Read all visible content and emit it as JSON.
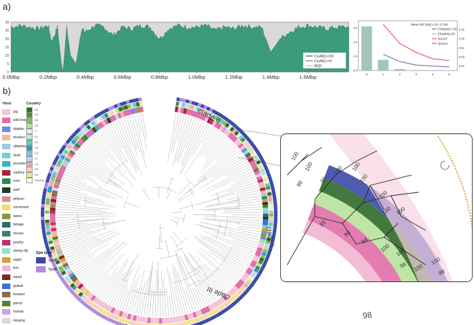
{
  "panel_a_label": "a)",
  "panel_b_label": "b)",
  "chart_data": [
    {
      "type": "area",
      "yticks": [
        "0",
        "5",
        "10",
        "15",
        "20",
        "25",
        "30"
      ],
      "xticks": [
        "0.0Mbp",
        "0.2Mbp",
        "0.4Mbp",
        "0.6Mbp",
        "0.8Mbp",
        "1.0Mbp",
        "1.2Mbp",
        "1.4Mbp",
        "1.6Mbp"
      ],
      "ylim": [
        0,
        30
      ],
      "xlim": [
        0,
        1.82
      ],
      "series": [
        {
          "name": "CovMQ>=30",
          "x": [
            0.0,
            0.05,
            0.1,
            0.15,
            0.2,
            0.22,
            0.25,
            0.27,
            0.28,
            0.3,
            0.32,
            0.35,
            0.38,
            0.4,
            0.45,
            0.5,
            0.55,
            0.6,
            0.65,
            0.7,
            0.75,
            0.8,
            0.85,
            0.9,
            0.95,
            1.0,
            1.05,
            1.1,
            1.15,
            1.2,
            1.25,
            1.3,
            1.35,
            1.4,
            1.45,
            1.5,
            1.55,
            1.6,
            1.65,
            1.7,
            1.75,
            1.82
          ],
          "values": [
            27,
            28,
            27,
            26,
            28,
            18,
            27,
            6,
            0,
            27,
            10,
            5,
            26,
            24,
            28,
            27,
            22,
            27,
            26,
            28,
            27,
            20,
            26,
            28,
            27,
            27,
            28,
            25,
            27,
            26,
            28,
            27,
            27,
            12,
            20,
            24,
            27,
            28,
            27,
            26,
            27,
            27
          ]
        },
        {
          "name": "CovMQ>=0",
          "x": [
            0.0,
            0.28,
            0.3,
            1.82
          ],
          "values": [
            30,
            30,
            30,
            30
          ]
        },
        {
          "name": "MQ0",
          "x": [
            0.0,
            0.3,
            0.32,
            1.82
          ],
          "values": [
            0,
            0,
            0,
            0
          ]
        }
      ]
    },
    {
      "type": "bar",
      "title": "Mean ED (MQ>=0): 0.749",
      "categories": [
        "0",
        "1",
        "2",
        "3",
        "4",
        "5"
      ],
      "left_yticks": [
        "0.0",
        "0.2",
        "0.4",
        "0.6"
      ],
      "right_yticks": [
        "0.02",
        "0.03",
        "0.04",
        "0.05",
        "0.06"
      ],
      "series": [
        {
          "name": "EDistMQ>=30",
          "values": [
            0.62,
            0.15,
            0.02,
            0.0,
            0.0,
            0.0
          ]
        },
        {
          "name": "EDistMQ<30",
          "values": [
            0.61,
            0.14,
            0.02,
            0.0,
            0.0,
            0.0
          ]
        },
        {
          "name": "5pCtoT",
          "values": [
            null,
            0.066,
            0.045,
            0.035,
            0.028,
            0.026
          ]
        },
        {
          "name": "3pGtoA",
          "values": [
            null,
            0.033,
            0.025,
            0.021,
            0.02,
            0.019
          ]
        }
      ]
    }
  ],
  "host_legend": {
    "title": "Host",
    "items": [
      {
        "label": "pig",
        "color": "#f4c4d8"
      },
      {
        "label": "wild boar",
        "color": "#e06fa8"
      },
      {
        "label": "dolphin",
        "color": "#6f8cdc"
      },
      {
        "label": "muskox",
        "color": "#f3b99a"
      },
      {
        "label": "albatross",
        "color": "#9bc9e8"
      },
      {
        "label": "duck",
        "color": "#70d0d8"
      },
      {
        "label": "moorhen",
        "color": "#2bb7c4"
      },
      {
        "label": "caribou",
        "color": "#a3243a"
      },
      {
        "label": "coot",
        "color": "#1f8e4a"
      },
      {
        "label": "wolf",
        "color": "#243a2a"
      },
      {
        "label": "pelican",
        "color": "#d68b8e"
      },
      {
        "label": "cormorant",
        "color": "#f2df5e"
      },
      {
        "label": "swine",
        "color": "#8a9a3b"
      },
      {
        "label": "beluga",
        "color": "#2e6b6b"
      },
      {
        "label": "moose",
        "color": "#3c7f68"
      },
      {
        "label": "poultry",
        "color": "#c22f6f"
      },
      {
        "label": "sheep dip",
        "color": "#8fe3c9"
      },
      {
        "label": "eagle",
        "color": "#d8a030"
      },
      {
        "label": "fish",
        "color": "#f2b5d0"
      },
      {
        "label": "squid",
        "color": "#7a2a22"
      },
      {
        "label": "godwit",
        "color": "#3d6fd8"
      },
      {
        "label": "bustard",
        "color": "#8c6b4e"
      },
      {
        "label": "parrot",
        "color": "#5d7b2e"
      },
      {
        "label": "human",
        "color": "#c8a6e0"
      },
      {
        "label": "missing",
        "color": "#d9d9d9"
      }
    ]
  },
  "country_legend": {
    "title": "Country",
    "items": [
      {
        "label": "SE",
        "color": "#2f6a2a"
      },
      {
        "label": "NO",
        "color": "#4b8f3a"
      },
      {
        "label": "DK",
        "color": "#7dc05a"
      },
      {
        "label": "DE",
        "color": "#b8e29c"
      },
      {
        "label": "IT",
        "color": "#e6f5dd"
      },
      {
        "label": "NL",
        "color": "#c6ecd2"
      },
      {
        "label": "UK",
        "color": "#5fd0b0"
      },
      {
        "label": "US",
        "color": "#2a9bd6"
      },
      {
        "label": "CA",
        "color": "#7bc2ec"
      },
      {
        "label": "JP",
        "color": "#b7ddf2"
      },
      {
        "label": "CN",
        "color": "#f0a9a0"
      },
      {
        "label": "AR",
        "color": "#f6d2c4"
      },
      {
        "label": "AU",
        "color": "#f5e38a"
      },
      {
        "label": "missing",
        "color": "#ffffff"
      }
    ]
  },
  "spa_legend": {
    "title": "Spa type",
    "items": [
      {
        "label": "SpaA",
        "color": "#3a4aa8"
      },
      {
        "label": "SpaB",
        "color": "#b28be0"
      }
    ]
  },
  "clade_labels": [
    "clade II",
    "clade I",
    "clade III"
  ],
  "zoom_bootstrap_labels": [
    "100",
    "100",
    "98",
    "91",
    "100",
    "100",
    "100",
    "100",
    "100",
    "100",
    "83",
    "90",
    "94",
    "100",
    "100",
    "98",
    "100",
    "98",
    "100"
  ],
  "bottom_label": "98"
}
